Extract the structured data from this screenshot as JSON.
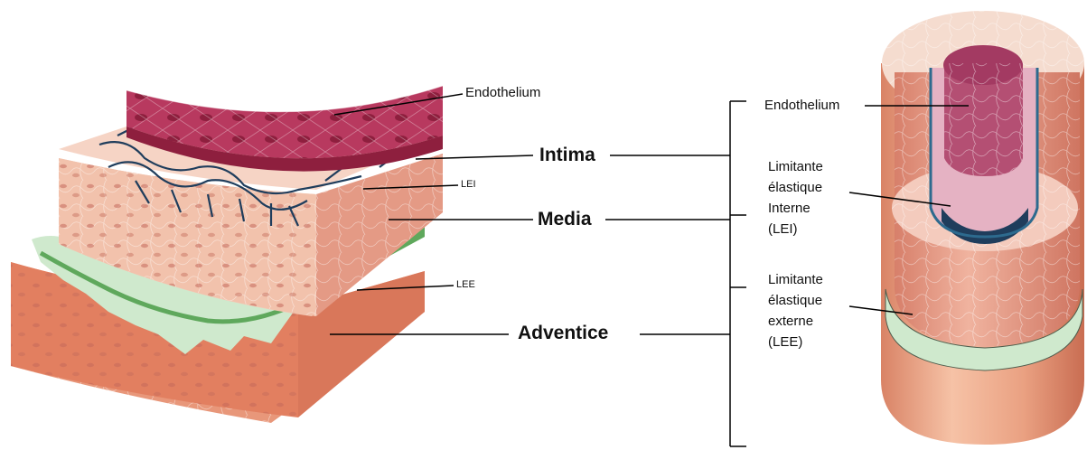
{
  "left_diagram": {
    "endothelium": "Endothelium",
    "lei": "LEI",
    "lee": "LEE",
    "intima": "Intima",
    "media": "Media",
    "adventice": "Adventice"
  },
  "right_diagram": {
    "endothelium": "Endothelium",
    "lei_lines": [
      "Limitante",
      "élastique",
      "Interne",
      "(LEI)"
    ],
    "lee_lines": [
      "Limitante",
      "élastique",
      "externe",
      "(LEE)"
    ]
  },
  "colors": {
    "endothelium": "#b8395f",
    "intima": "#f3c9b6",
    "media": "#e49a85",
    "lei": "#1f3d5c",
    "lee": "#5fa85c",
    "lee_light": "#cfe9cd",
    "adventice": "#e8977a"
  }
}
